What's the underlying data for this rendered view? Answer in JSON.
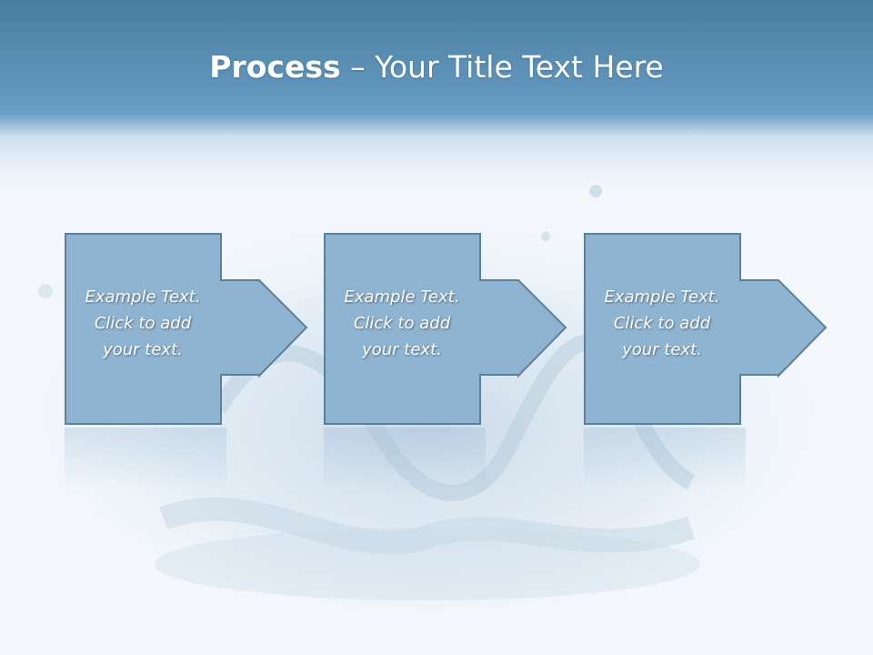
{
  "slide": {
    "title_bold": "Process",
    "title_rest": " – Your Title Text Here"
  },
  "steps": [
    {
      "lines": [
        "Example Text.",
        "Click  to add",
        "your text."
      ]
    },
    {
      "lines": [
        "Example Text.",
        "Click  to add",
        "your text."
      ]
    },
    {
      "lines": [
        "Example Text.",
        "Click  to add",
        "your text."
      ]
    }
  ],
  "colors": {
    "header": "#5f93b9",
    "box_fill": "#8fb4d2",
    "box_border": "#5d7f9c",
    "text": "#ffffff"
  }
}
